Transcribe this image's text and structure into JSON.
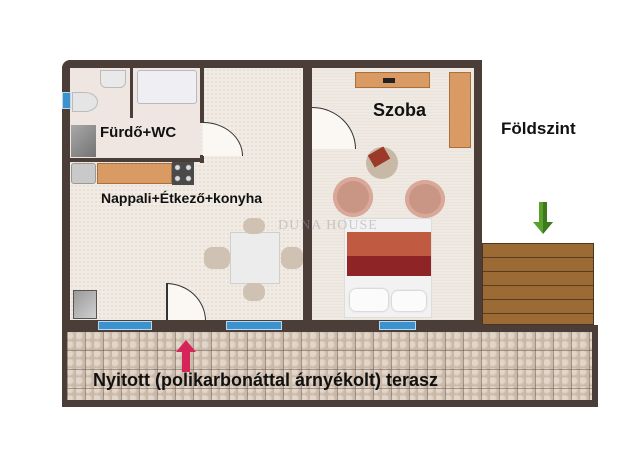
{
  "floorplan": {
    "level_label": "Földszint",
    "watermark": "DUNA HOUSE",
    "rooms": [
      {
        "id": "bathroom",
        "label": "Fürdő+WC"
      },
      {
        "id": "living",
        "label": "Nappali+Étkező+konyha"
      },
      {
        "id": "bedroom",
        "label": "Szoba"
      },
      {
        "id": "terrace",
        "label": "Nyitott (polikarbonáttal árnyékolt) terasz"
      }
    ],
    "markers": [
      {
        "id": "entrance-arrow-green",
        "color": "#5aa02c",
        "direction": "down"
      },
      {
        "id": "entrance-arrow-pink",
        "color": "#d6245a",
        "direction": "up"
      }
    ],
    "colors": {
      "wall": "#4b3d37",
      "window": "#3c92cf",
      "deck": "#9b6a35",
      "cabinet": "#d99a63"
    }
  }
}
